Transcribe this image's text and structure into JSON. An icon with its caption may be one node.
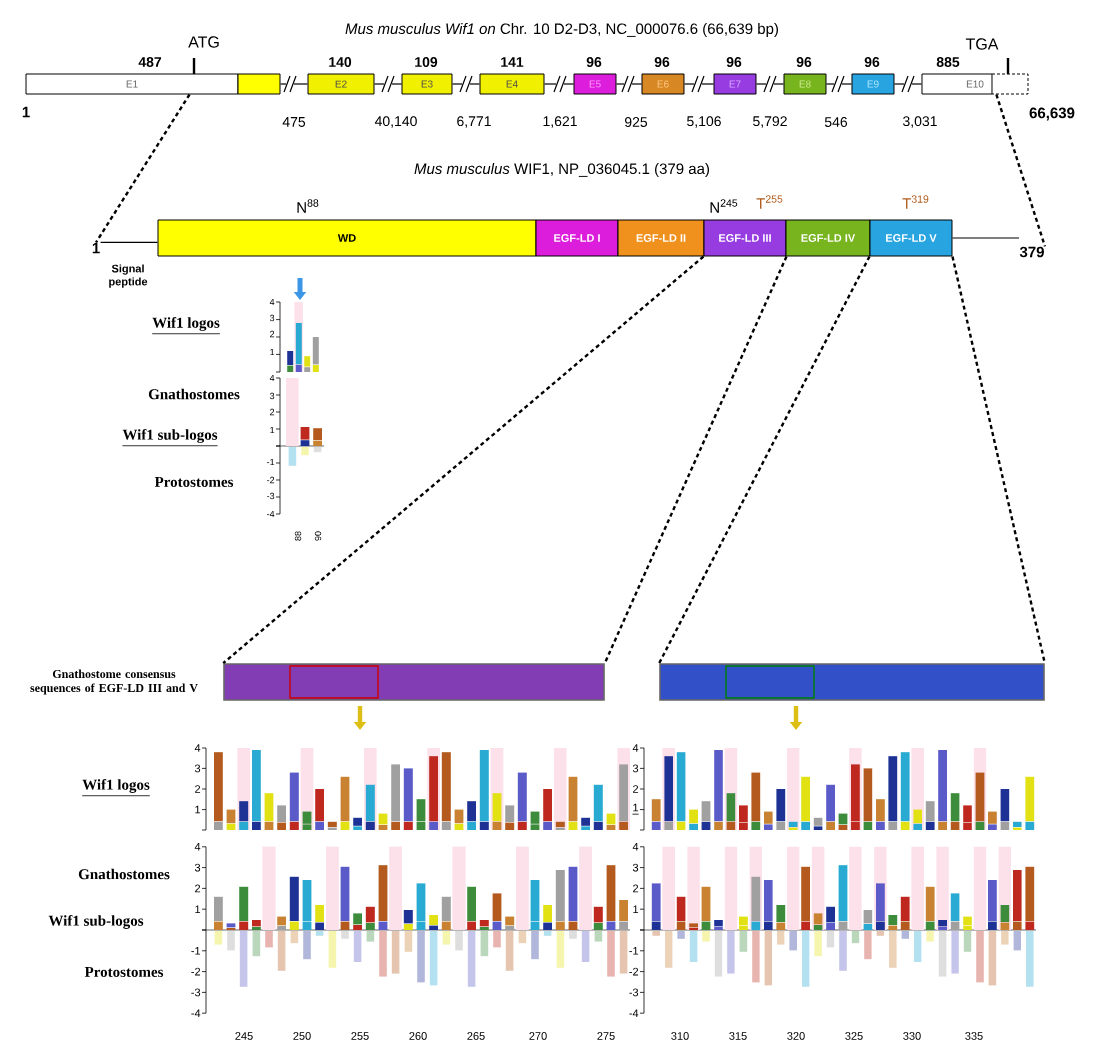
{
  "diagram": {
    "title": "*Mus musculus Wif1 on* Chr. 10 D2-D3, NC_000076.6 (66,639 bp)",
    "nodes": [
      {
        "text": [
          "E1"
        ],
        "beside": [
          "487"
        ]
      },
      {
        "text": [
          "E2"
        ],
        "beside": [
          "140"
        ]
      },
      {
        "text": [
          "E3"
        ],
        "beside": [
          "109"
        ]
      },
      {
        "text": [
          "E4"
        ],
        "beside": [
          "141"
        ]
      },
      {
        "text": [
          "E5"
        ],
        "beside": [
          "96"
        ]
      },
      {
        "text": [
          "E6"
        ],
        "beside": [
          "96"
        ]
      },
      {
        "text": [
          "E7"
        ],
        "beside": [
          "96"
        ]
      },
      {
        "text": [
          "E8"
        ],
        "beside": [
          "96"
        ]
      },
      {
        "text": [
          "E9"
        ],
        "beside": [
          "96"
        ]
      },
      {
        "text": [
          "E10"
        ],
        "beside": [
          "885"
        ]
      },
      {
        "text": [
          "1"
        ]
      },
      {
        "text": [
          "WD"
        ],
        "beside": [
          "N$^{88}$"
        ]
      },
      {
        "text": [
          "EGF-LD I"
        ]
      },
      {
        "text": [
          "EGF-LD II"
        ]
      },
      {
        "text": [
          "EGF-LD III"
        ],
        "beside": [
          "N$^{245}$",
          "T$^{255}$"
        ]
      },
      {
        "text": [
          "EGF-LD IV"
        ]
      },
      {
        "text": [
          "EGF-LD V"
        ],
        "beside": [
          "T$^{319}$"
        ]
      },
      {
        "text": [
          "379"
        ]
      },
      {
        "text": [],
        "shape": "bar"
      },
      {
        "text": [],
        "shape": "bar"
      }
    ],
    "edges": [
      {
        "from": 0,
        "to": 1,
        "arrow": "none",
        "label": "475"
      },
      {
        "from": 1,
        "to": 2,
        "arrow": "none",
        "label": "40,140"
      },
      {
        "from": 2,
        "to": 3,
        "arrow": "none",
        "label": "6,771"
      },
      {
        "from": 3,
        "to": 4,
        "arrow": "none",
        "label": "1,621"
      },
      {
        "from": 4,
        "to": 5,
        "arrow": "none",
        "label": "925"
      },
      {
        "from": 5,
        "to": 6,
        "arrow": "none",
        "label": "5,106"
      },
      {
        "from": 6,
        "to": 7,
        "arrow": "none",
        "label": "5,792"
      },
      {
        "from": 7,
        "to": 8,
        "arrow": "none",
        "label": "546"
      },
      {
        "from": 8,
        "to": 9,
        "arrow": "none",
        "label": "3,031"
      },
      {
        "from": 10,
        "to": 11,
        "arrow": "none"
      },
      {
        "from": 16,
        "to": 17,
        "arrow": "none"
      },
      {
        "from": 0,
        "to": 10,
        "arrow": "none",
        "style": "dashed"
      },
      {
        "from": 9,
        "to": 17,
        "arrow": "none",
        "style": "dashed"
      },
      {
        "from": 14,
        "to": 18,
        "arrow": "none",
        "style": "dashed"
      },
      {
        "from": 16,
        "to": 19,
        "arrow": "none",
        "style": "dashed"
      }
    ],
    "labels": [
      "ATG",
      "TGA",
      "1",
      "66,639",
      "*Mus musculus* WIF1, NP_036045.1 (379 aa)",
      "Signal peptide",
      "Wif1 logos",
      "4",
      "3",
      "2",
      "1",
      "Gnathostomes",
      "4",
      "3",
      "2",
      "1",
      "Wif1 sub-logos",
      "Protostomes",
      "-1",
      "-2",
      "-3",
      "-4",
      "88",
      "90",
      "Gnathostome consensus sequences of EGF-LD III and V",
      "Wif1 logos",
      "4",
      "3",
      "2",
      "1",
      "4",
      "3",
      "2",
      "1",
      "Gnathostomes",
      "Wif1 sub-logos",
      "Protostomes",
      "4",
      "3",
      "2",
      "1",
      "-1",
      "-2",
      "-3",
      "-4",
      "4",
      "3",
      "2",
      "1",
      "-1",
      "-2",
      "-3",
      "-4",
      "245",
      "250",
      "255",
      "260",
      "265",
      "270",
      "275",
      "310",
      "315",
      "320",
      "325",
      "330",
      "335"
    ]
  }
}
